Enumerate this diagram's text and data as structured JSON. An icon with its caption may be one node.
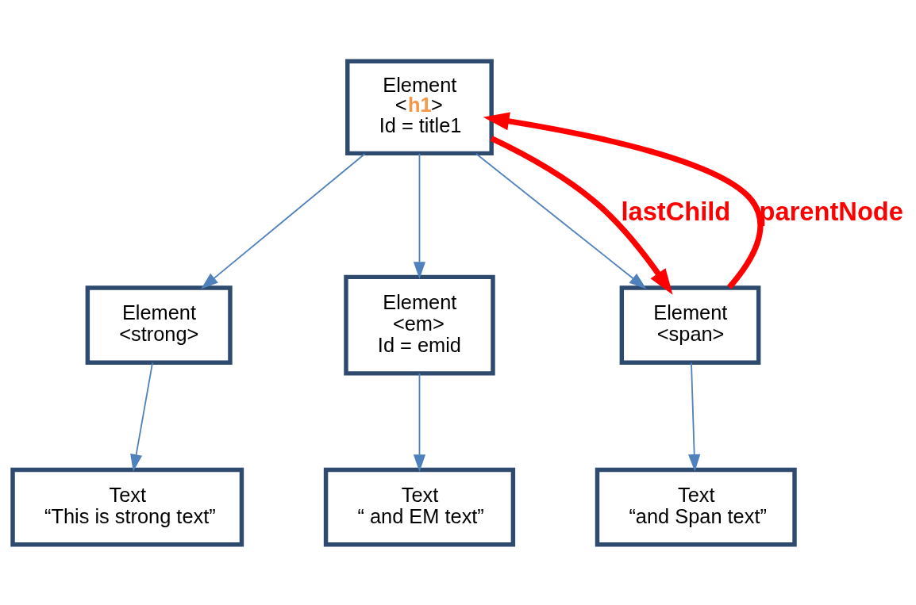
{
  "diagram": {
    "nodes": [
      {
        "text": [
          "Element",
          "<**h1**>",
          "Id = title1"
        ]
      },
      {
        "text": [
          "Element",
          "<strong>"
        ]
      },
      {
        "text": [
          "Element",
          "<em>",
          "Id = emid"
        ]
      },
      {
        "text": [
          "Element",
          "<span>"
        ]
      },
      {
        "text": [
          "Text",
          "“This is strong text”"
        ]
      },
      {
        "text": [
          "Text",
          "“ and EM text”"
        ]
      },
      {
        "text": [
          "Text",
          "“and Span text”"
        ]
      }
    ],
    "edges": [
      {
        "from": 0,
        "to": 1,
        "arrow": "to"
      },
      {
        "from": 0,
        "to": 2,
        "arrow": "to"
      },
      {
        "from": 0,
        "to": 3,
        "arrow": "to"
      },
      {
        "from": 1,
        "to": 4,
        "arrow": "to"
      },
      {
        "from": 2,
        "to": 5,
        "arrow": "to"
      },
      {
        "from": 3,
        "to": 6,
        "arrow": "to"
      },
      {
        "from": 0,
        "to": 3,
        "arrow": "to",
        "label": "lastChild",
        "style": "thick",
        "color": "#ff0000"
      },
      {
        "from": 3,
        "to": 0,
        "arrow": "to",
        "label": "parentNode",
        "style": "thick",
        "color": "#ff0000"
      }
    ]
  }
}
